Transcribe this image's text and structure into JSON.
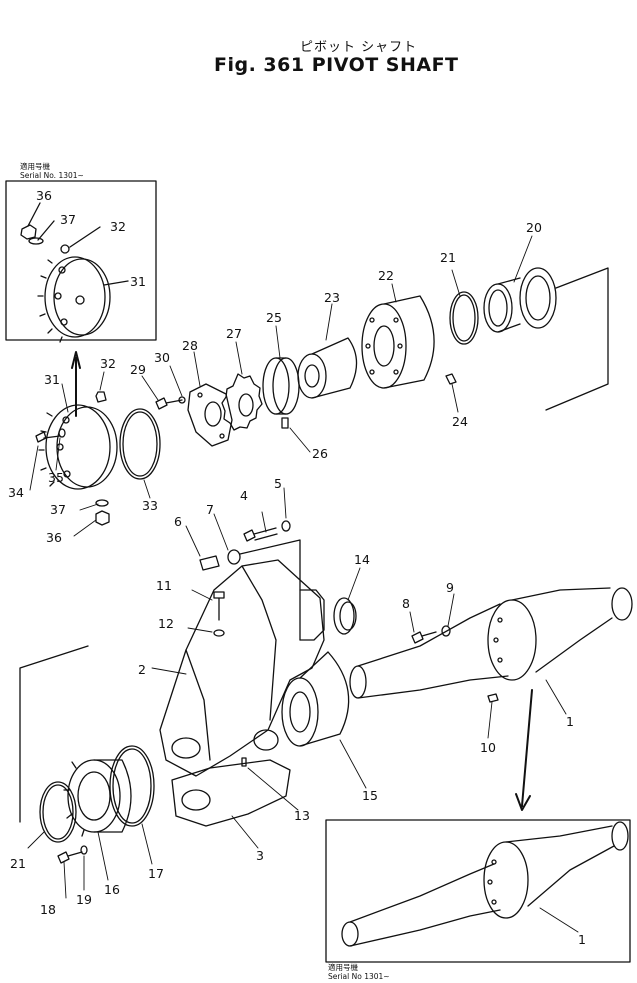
{
  "title_jp": "ピボット シャフト",
  "title_en": "Fig. 361 PIVOT SHAFT",
  "notes": {
    "top_left": {
      "line1": "適用号機",
      "line2": "Serial No. 1301~"
    },
    "bottom_right": {
      "line1": "適用号機",
      "line2": "Serial No 1301~"
    }
  },
  "callouts": {
    "c36a": "36",
    "c37a": "37",
    "c32a": "32",
    "c31a": "31",
    "c31": "31",
    "c32": "32",
    "c29": "29",
    "c30": "30",
    "c28": "28",
    "c27": "27",
    "c25": "25",
    "c23": "23",
    "c22": "22",
    "c21a": "21",
    "c20": "20",
    "c26": "26",
    "c24": "24",
    "c34": "34",
    "c35": "35",
    "c33": "33",
    "c37": "37",
    "c36": "36",
    "c6": "6",
    "c7": "7",
    "c4": "4",
    "c5": "5",
    "c14": "14",
    "c11": "11",
    "c12": "12",
    "c2": "2",
    "c8": "8",
    "c9": "9",
    "c1a": "1",
    "c10": "10",
    "c13": "13",
    "c15": "15",
    "c3": "3",
    "c21": "21",
    "c17": "17",
    "c16": "16",
    "c19": "19",
    "c18": "18",
    "c1b": "1"
  }
}
